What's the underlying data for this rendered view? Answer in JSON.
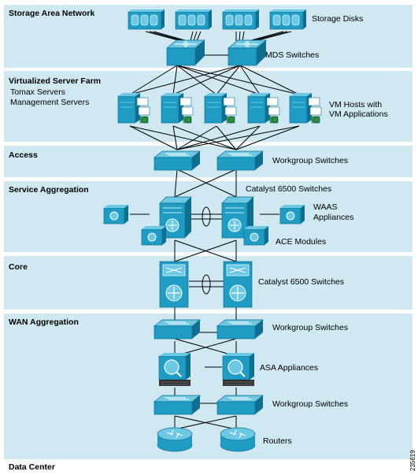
{
  "sections": [
    {
      "title": "Storage Area Network"
    },
    {
      "title": "Virtualized Server Farm",
      "sub1": "Tomax Servers",
      "sub2": "Management Servers"
    },
    {
      "title": "Access"
    },
    {
      "title": "Service Aggregation"
    },
    {
      "title": "Core"
    },
    {
      "title": "WAN Aggregation"
    }
  ],
  "footer": "Data Center",
  "figure_id": "235619",
  "labels": {
    "storage_disks": "Storage Disks",
    "mds_switches": "MDS Switches",
    "vm_hosts_1": "VM Hosts with",
    "vm_hosts_2": "VM Applications",
    "access_switches": "Workgroup Switches",
    "catalyst_sa": "Catalyst 6500 Switches",
    "waas_1": "WAAS",
    "waas_2": "Appliances",
    "ace": "ACE Modules",
    "catalyst_core": "Catalyst 6500 Switches",
    "wan_switches_top": "Workgroup Switches",
    "asa": "ASA Appliances",
    "wan_switches_bottom": "Workgroup Switches",
    "routers": "Routers"
  },
  "colors": {
    "band": "#cfe8f1",
    "device": "#1f9cc4",
    "device_top": "#6cc8e3",
    "device_dark": "#0f6f91",
    "line": "#000000"
  }
}
